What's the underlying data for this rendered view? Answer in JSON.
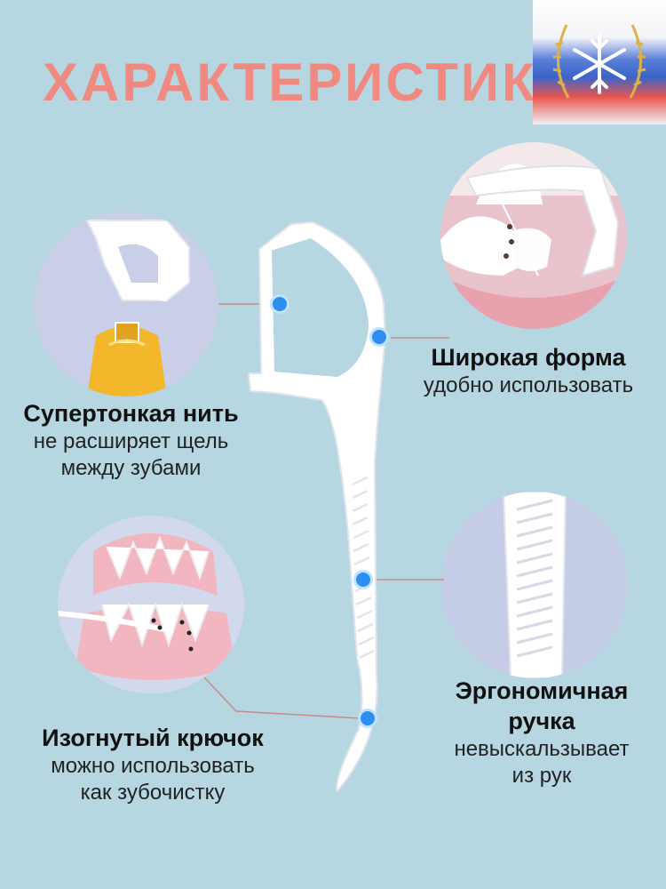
{
  "title": "ХАРАКТЕРИСТИКИ",
  "badge_icon": "snowflake-wreath-icon",
  "features": [
    {
      "heading": "Супертонкая нить",
      "lines": [
        "не расширяет щель",
        "между зубами"
      ]
    },
    {
      "heading": "Широкая форма",
      "lines": [
        "удобно использовать"
      ]
    },
    {
      "heading": "Изогнутый крючок",
      "lines": [
        "можно использовать",
        "как зубочистку"
      ]
    },
    {
      "heading": "Эргономичная",
      "heading2": "ручка",
      "lines": [
        "невыскальзывает",
        "из рук"
      ]
    }
  ],
  "colors": {
    "background": "#b6d6e2",
    "title": "#f08a80",
    "marker": "#2c8ff0",
    "leader": "#c98a8a"
  }
}
